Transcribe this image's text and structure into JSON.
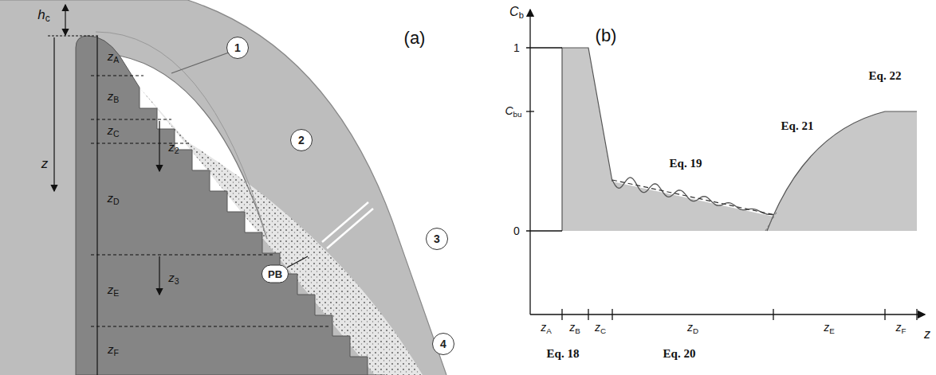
{
  "diagram": {
    "nodes": [
      {
        "text": [
          "1"
        ]
      },
      {
        "text": [
          "2"
        ]
      },
      {
        "text": [
          "3"
        ]
      },
      {
        "text": [
          "4"
        ]
      },
      {
        "text": [
          "PB"
        ]
      }
    ],
    "labels": [
      "hc",
      "z",
      "zA",
      "zB",
      "zC",
      "zD",
      "zE",
      "zF",
      "z2",
      "z3",
      "(a)",
      "Cb",
      "1",
      "Cbu",
      "0",
      "zA",
      "zB",
      "zC",
      "zD",
      "zE",
      "zF",
      "z",
      "(b)",
      "Eq. 18",
      "Eq. 19",
      "Eq. 20",
      "Eq. 21",
      "Eq. 22"
    ]
  }
}
